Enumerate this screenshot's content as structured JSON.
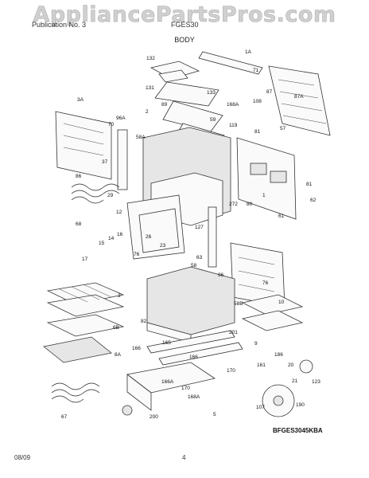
{
  "watermark": "AppliancePartsPros.com",
  "header": {
    "left": "Publication No. 3",
    "model": "FGES30"
  },
  "section_title": "BODY",
  "diagram_code": "BFGES3045KBA",
  "footer": {
    "date": "08/09",
    "page": "4"
  },
  "callouts": [
    "132",
    "1A",
    "71",
    "131",
    "133",
    "168A",
    "108",
    "87",
    "87A",
    "3A",
    "89",
    "2",
    "59",
    "119",
    "96A",
    "70",
    "58A",
    "81",
    "57",
    "37",
    "86",
    "272",
    "80",
    "1",
    "81",
    "62",
    "29",
    "12",
    "61",
    "68",
    "15",
    "14",
    "16",
    "17",
    "76",
    "26",
    "23",
    "127",
    "63",
    "58",
    "96",
    "76",
    "3",
    "6B",
    "58B",
    "10",
    "82",
    "166",
    "165",
    "201",
    "9",
    "166",
    "166A",
    "170",
    "170",
    "8A",
    "67",
    "200",
    "5",
    "168A",
    "161",
    "186",
    "20",
    "21",
    "123",
    "107",
    "190"
  ]
}
